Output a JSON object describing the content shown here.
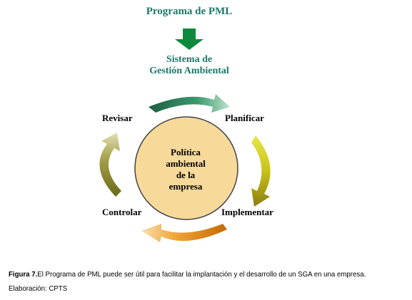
{
  "header": {
    "title": "Programa de PML",
    "system_line1": "Sistema de",
    "system_line2": "Gestión Ambiental"
  },
  "cycle": {
    "stages": {
      "top_left": "Revisar",
      "top_right": "Planificar",
      "bottom_left": "Controlar",
      "bottom_right": "Implementar"
    },
    "center": {
      "line1": "Política",
      "line2": "ambiental",
      "line3": "de la",
      "line4": "empresa"
    }
  },
  "caption": {
    "figure_label": "Figura 7.",
    "line1_text": "El Programa de PML puede ser útil para facilitar la implantación y el desarrollo de un SGA en una empresa.",
    "line2": "Elaboración: CPTS"
  },
  "colors": {
    "teal_text": "#1a7a6a",
    "down_arrow": "#0e8a3c",
    "circle_fill": "#f7d99a",
    "circle_stroke": "#444444",
    "arrow_top": "#2e7d5b",
    "arrow_right": "#c8c81a",
    "arrow_bottom": "#e08a10",
    "arrow_left": "#8a8a2a"
  },
  "icons": {
    "down_arrow": "arrow-down-icon",
    "cycle_arrows": "curved-arrow-icon"
  }
}
